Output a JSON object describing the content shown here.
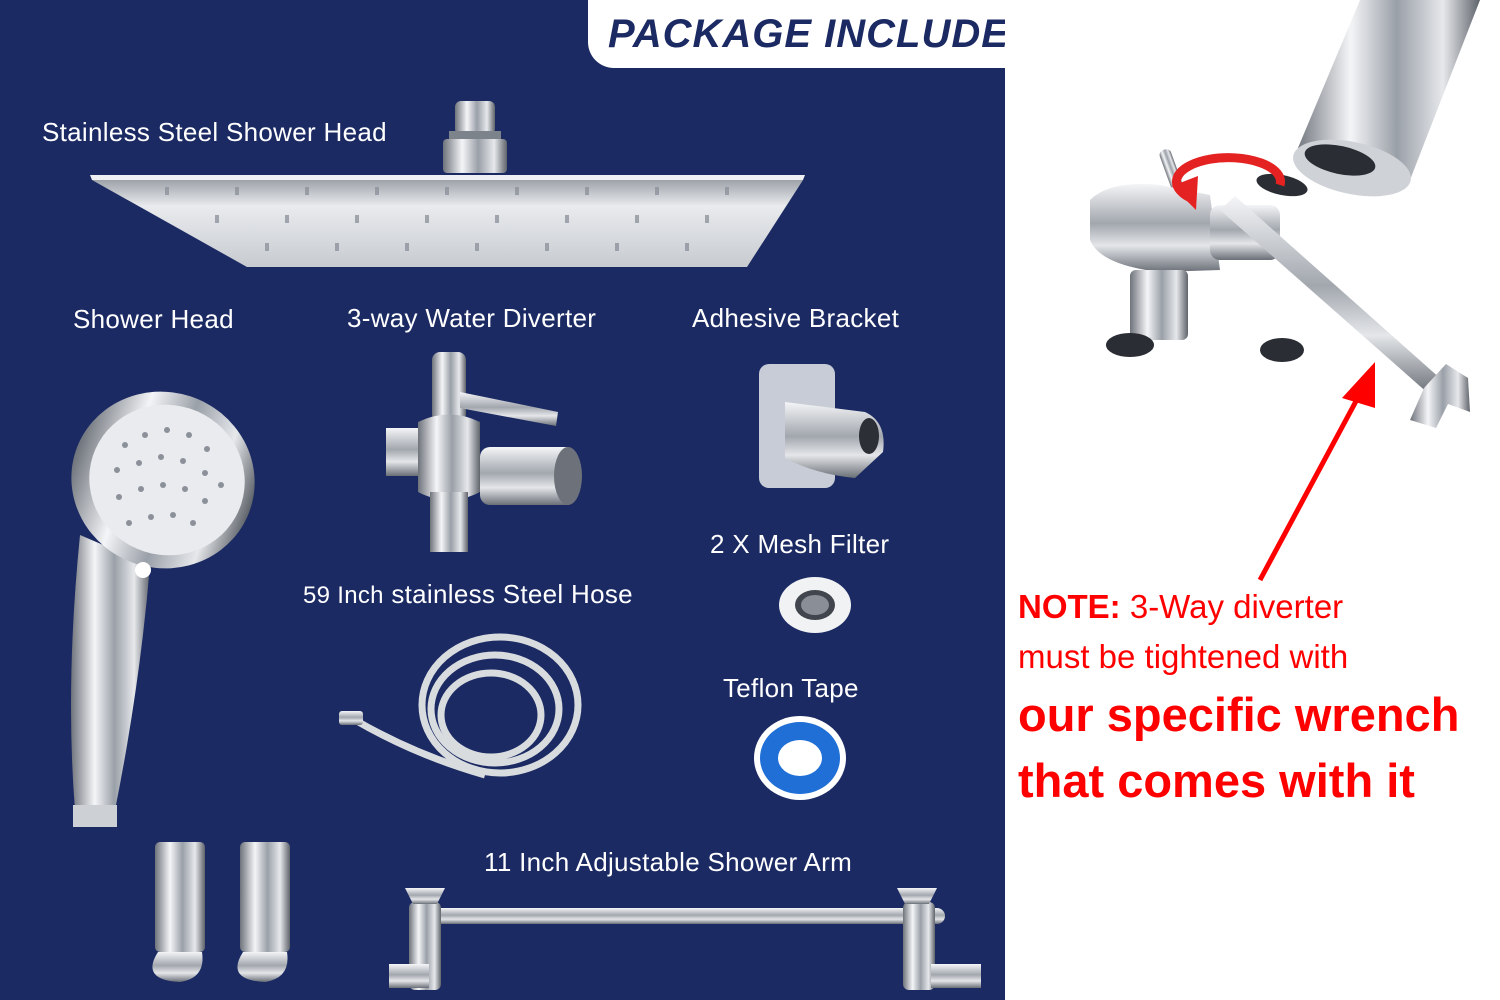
{
  "banner": {
    "title": "PACKAGE INCLUDE"
  },
  "labels": {
    "stainless_head": "Stainless Steel Shower Head",
    "shower_head": "Shower Head",
    "diverter": "3-way Water Diverter",
    "bracket": "Adhesive Bracket",
    "mesh_filter": "2 X Mesh Filter",
    "hose_prefix": "59 Inch",
    "hose_suffix": " stainless Steel Hose",
    "teflon": "Teflon Tape",
    "arm": "11 Inch Adjustable Shower Arm"
  },
  "note": {
    "prefix": "NOTE:",
    "line1_rest": " 3-Way diverter",
    "line2": "must be tightened with",
    "line3": "our specific wrench",
    "line4": "that comes with it"
  },
  "colors": {
    "panel": "#1b2a63",
    "accent_red": "#ff0000",
    "chrome": "#c9ccd2",
    "tape_blue": "#1f6fd6"
  },
  "icons": [
    "rain-shower-head-icon",
    "handheld-shower-head-icon",
    "diverter-valve-icon",
    "adhesive-bracket-icon",
    "mesh-filter-icon",
    "steel-hose-icon",
    "teflon-tape-icon",
    "wall-hook-icon",
    "shower-arm-icon",
    "wrench-icon",
    "rotation-arrow-icon",
    "pointer-arrow-icon"
  ]
}
